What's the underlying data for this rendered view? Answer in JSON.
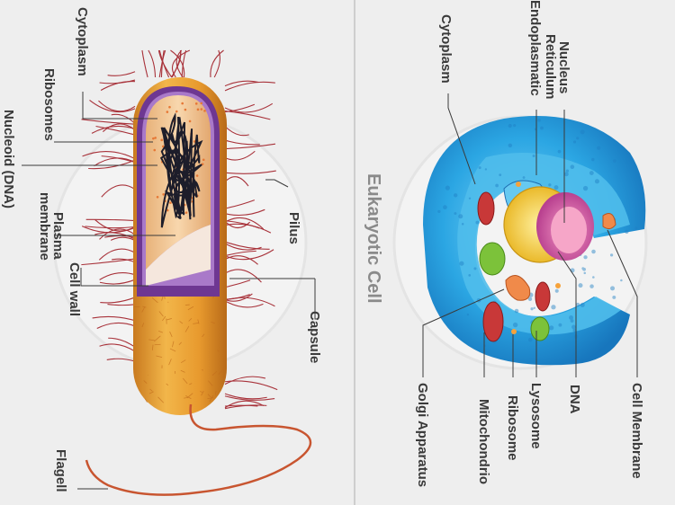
{
  "prokaryote": {
    "labels": {
      "cytoplasm": "Cytoplasm",
      "ribosomes": "Ribosomes",
      "nucleoid": "Nucleoid (DNA)",
      "plasma_membrane": "Plasma membrane",
      "cell_wall": "Cell wall",
      "pilus": "Pilus",
      "capsule": "Capsule",
      "flagellum": "Flagell"
    }
  },
  "eukaryote": {
    "title": "Eukaryotic Cell",
    "labels": {
      "cytoplasm": "Cytoplasm",
      "endoplasmic_reticulum": "Endoplasmatic Reticulum",
      "nucleus": "Nucleus",
      "cell_membrane": "Cell Membrane",
      "dna": "DNA",
      "lysosome": "Lysosome",
      "ribosome": "Ribosome",
      "mitochondria": "Mitochondrio",
      "golgi": "Golgi Apparatus"
    }
  },
  "colors": {
    "background": "#eeeeee",
    "capsule": "#e8a53c",
    "cell_wall": "#7a3f9e",
    "cytoplasm_bacteria": "#f4c99a",
    "pili": "#a8323a",
    "euk_body": "#2aa3e0",
    "nucleus": "#f2d23a",
    "nucleolus": "#e8609a",
    "mitochondria": "#c83838",
    "lysosome": "#7cc23a"
  }
}
